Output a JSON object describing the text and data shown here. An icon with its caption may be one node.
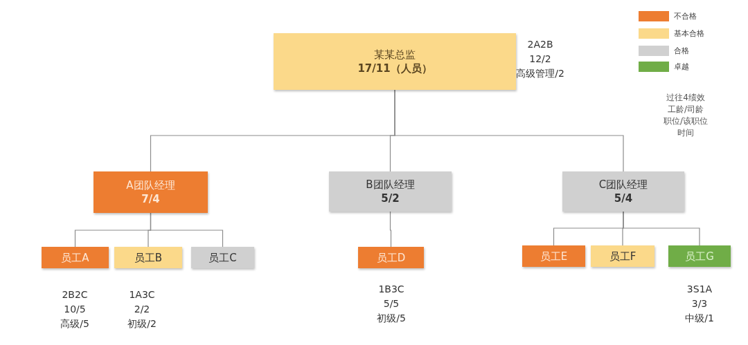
{
  "diagram": {
    "nodes": [
      {
        "text": [
          "某某总监",
          "17/11（人员）"
        ],
        "beside": [
          "2A2B",
          "12/2",
          "高级管理/2"
        ]
      },
      {
        "text": [
          "A团队经理",
          "7/4"
        ]
      },
      {
        "text": [
          "B团队经理",
          "5/2"
        ]
      },
      {
        "text": [
          "C团队经理",
          "5/4"
        ]
      },
      {
        "text": [
          "员工A"
        ],
        "beside": [
          "2B2C",
          "10/5",
          "高级/5"
        ]
      },
      {
        "text": [
          "员工B"
        ],
        "beside": [
          "1A3C",
          "2/2",
          "初级/2"
        ]
      },
      {
        "text": [
          "员工C"
        ]
      },
      {
        "text": [
          "员工D"
        ],
        "beside": [
          "1B3C",
          "5/5",
          "初级/5"
        ]
      },
      {
        "text": [
          "员工E"
        ]
      },
      {
        "text": [
          "员工F"
        ]
      },
      {
        "text": [
          "员工G"
        ],
        "beside": [
          "3S1A",
          "3/3",
          "中级/1"
        ]
      }
    ],
    "edges": [
      {
        "from": 0,
        "to": 1,
        "arrow": "none"
      },
      {
        "from": 0,
        "to": 2,
        "arrow": "none"
      },
      {
        "from": 0,
        "to": 3,
        "arrow": "none"
      },
      {
        "from": 1,
        "to": 4,
        "arrow": "none"
      },
      {
        "from": 1,
        "to": 5,
        "arrow": "none"
      },
      {
        "from": 1,
        "to": 6,
        "arrow": "none"
      },
      {
        "from": 2,
        "to": 7,
        "arrow": "none"
      },
      {
        "from": 3,
        "to": 8,
        "arrow": "none"
      },
      {
        "from": 3,
        "to": 9,
        "arrow": "none"
      },
      {
        "from": 3,
        "to": 10,
        "arrow": "none"
      }
    ],
    "labels": [
      "过往4绩效",
      "工龄/司龄",
      "职位/该职位",
      "时间"
    ],
    "legend": [
      {
        "text": "不合格",
        "color": "#ed7d31"
      },
      {
        "text": "基本合格",
        "color": "#fbd98a"
      },
      {
        "text": "合格",
        "color": "#d0d0d0"
      },
      {
        "text": "卓越",
        "color": "#70ad47"
      }
    ]
  }
}
